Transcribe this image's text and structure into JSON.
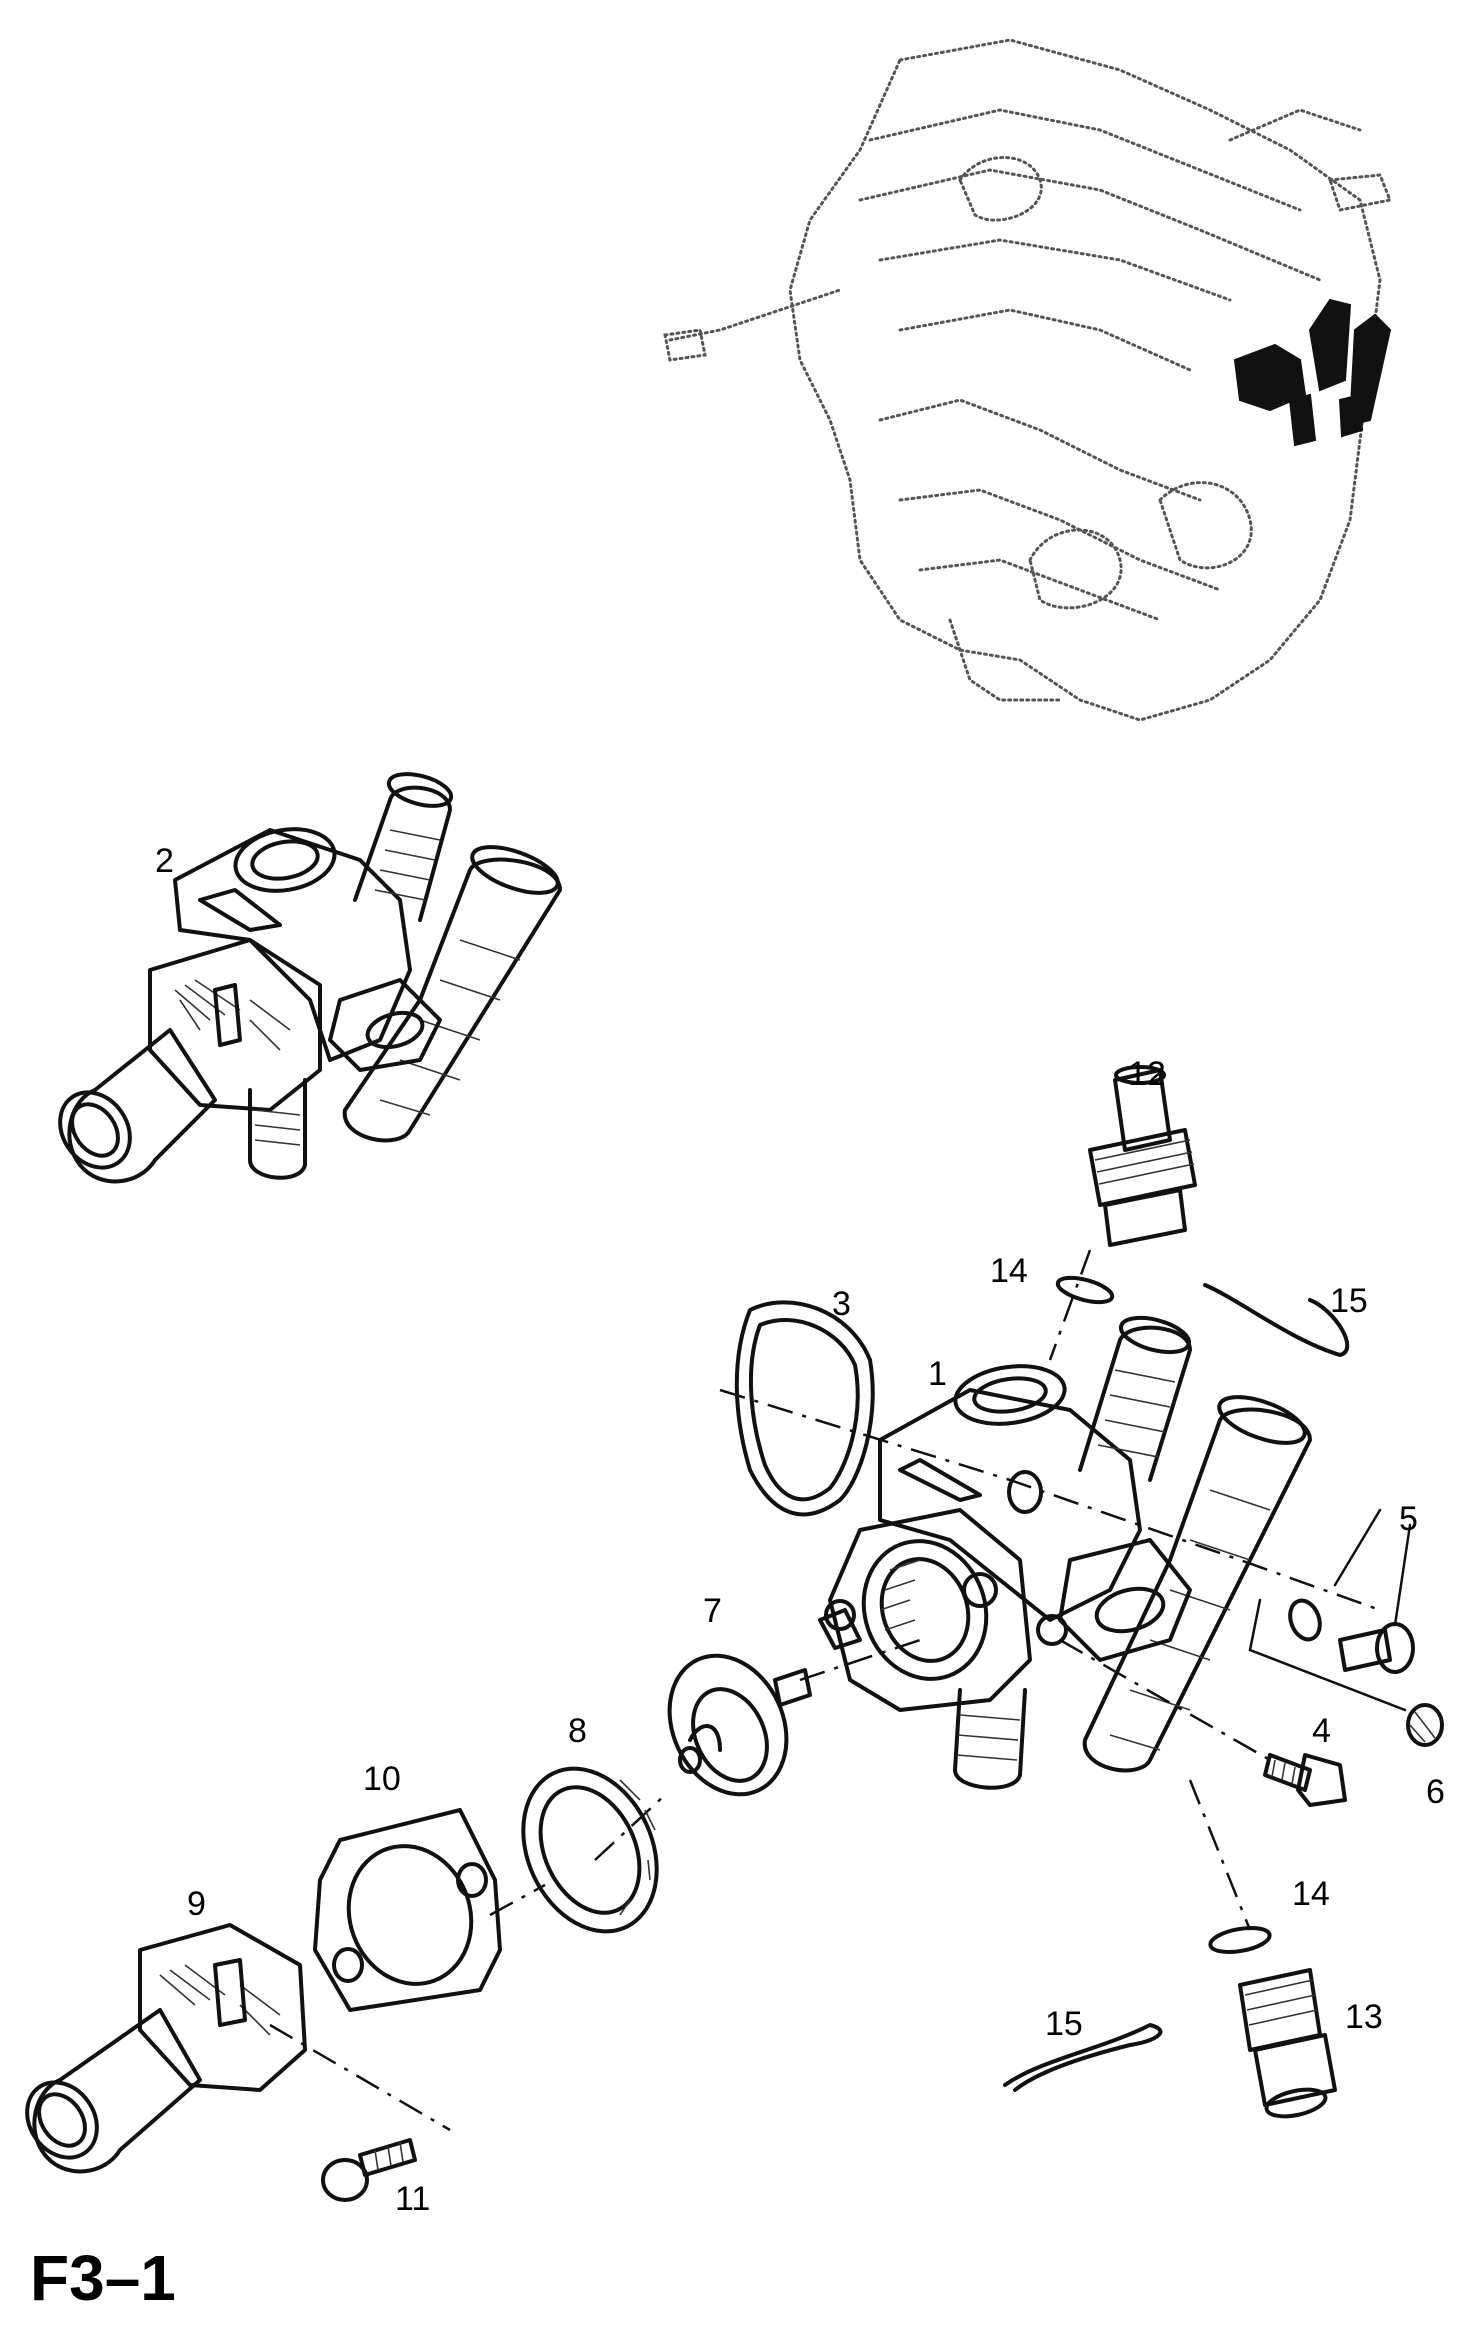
{
  "figure_label": "F3–1",
  "callouts": {
    "c1": "1",
    "c2": "2",
    "c3": "3",
    "c4": "4",
    "c5": "5",
    "c6": "6",
    "c7": "7",
    "c8": "8",
    "c9": "9",
    "c10": "10",
    "c11": "11",
    "c12": "12",
    "c13": "13",
    "c14a": "14",
    "c14b": "14",
    "c15a": "15",
    "c15b": "15"
  }
}
